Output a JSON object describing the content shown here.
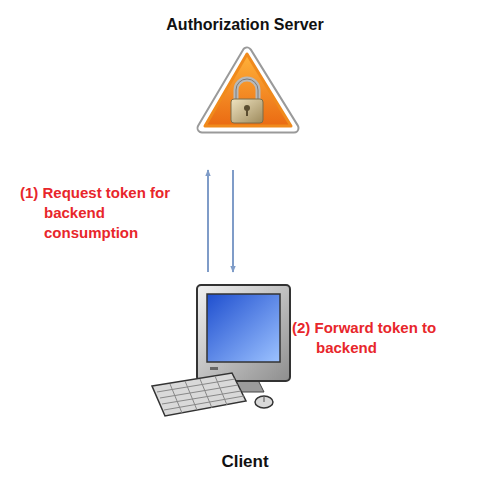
{
  "diagram": {
    "nodes": [
      {
        "text": [
          "Authorization Server"
        ]
      },
      {
        "text": [
          "Client"
        ]
      }
    ],
    "edges": [
      {
        "from": 1,
        "to": 0,
        "arrow": "to",
        "label": "(1) Request token for backend consumption"
      },
      {
        "from": 0,
        "to": 1,
        "arrow": "to"
      }
    ],
    "labels": [
      "(2) Forward token to backend"
    ]
  }
}
